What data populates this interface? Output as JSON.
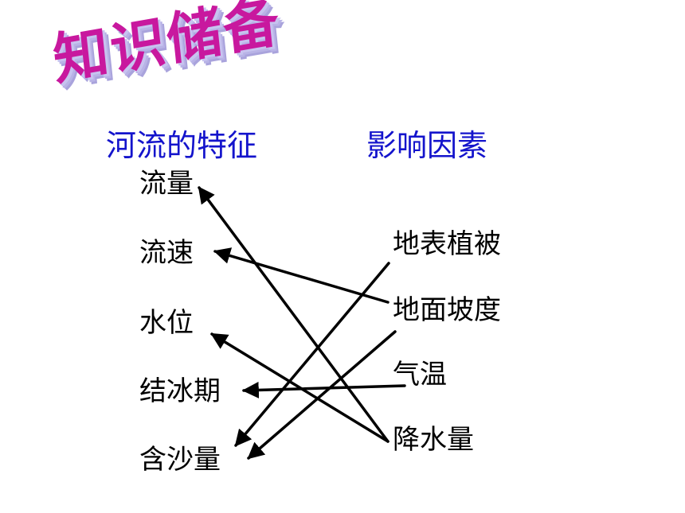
{
  "title": "知识储备",
  "headers": {
    "left": "河流的特征",
    "right": "影响因素"
  },
  "features": [
    "流量",
    "流速",
    "水位",
    "结冰期",
    "含沙量"
  ],
  "factors": [
    "地表植被",
    "地面坡度",
    "气温",
    "降水量"
  ],
  "connections": [
    {
      "from": "降水量",
      "to": "流量"
    },
    {
      "from": "降水量",
      "to": "水位"
    },
    {
      "from": "地面坡度",
      "to": "流速"
    },
    {
      "from": "地表植被",
      "to": "含沙量"
    },
    {
      "from": "地面坡度",
      "to": "含沙量"
    },
    {
      "from": "气温",
      "to": "结冰期"
    }
  ],
  "colors": {
    "title": "#c8189e",
    "title_shadow": "#b8b3e6",
    "headers": "#1414cc",
    "text": "#000000",
    "arrows": "#000000"
  }
}
